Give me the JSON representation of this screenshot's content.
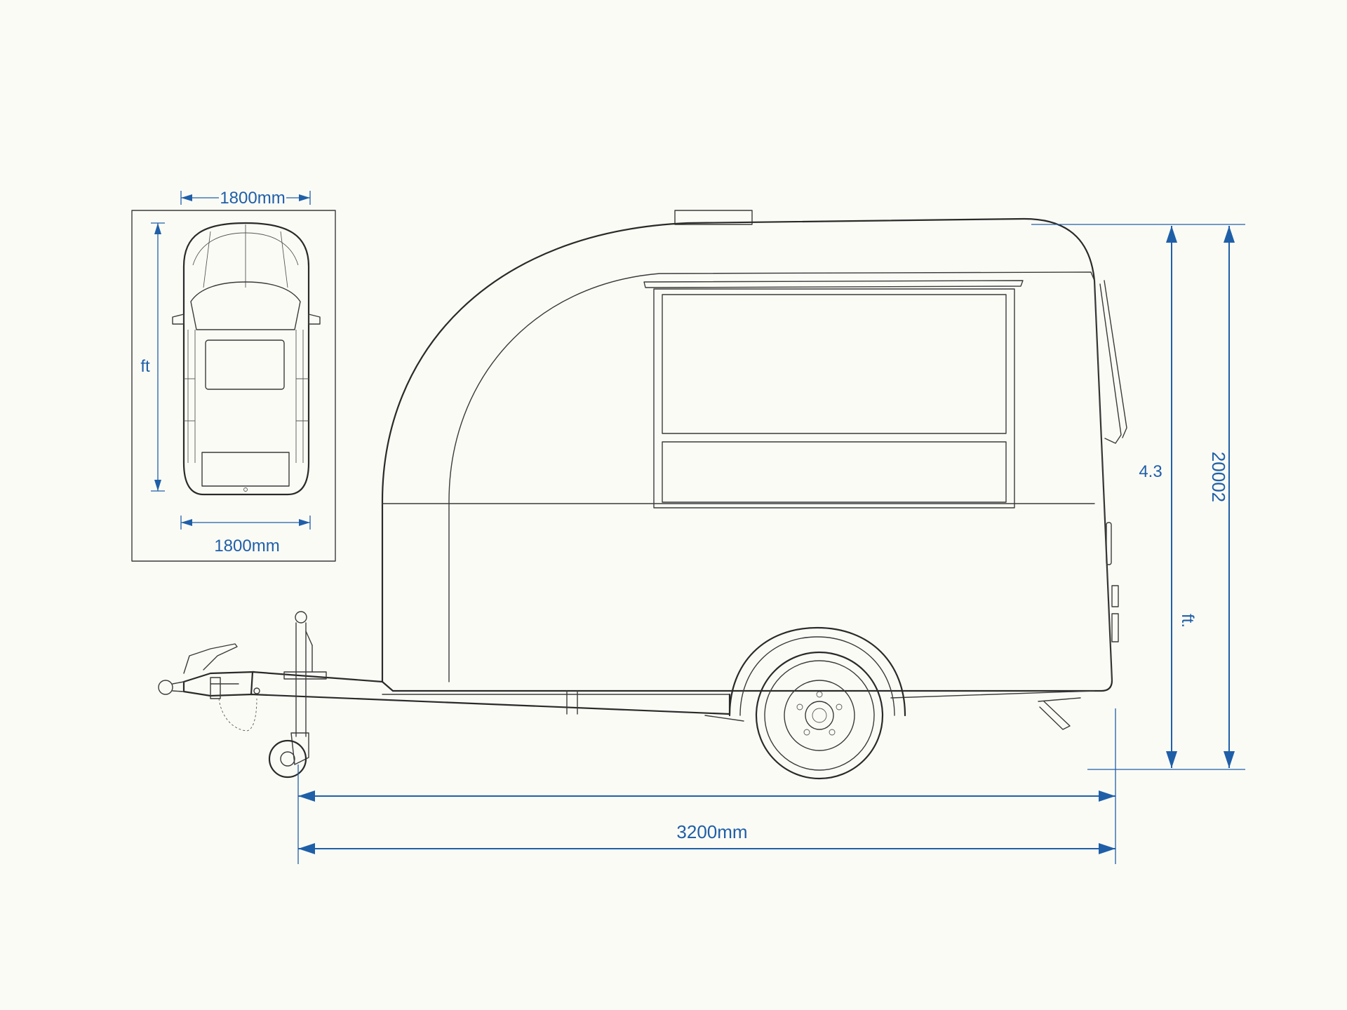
{
  "diagram": {
    "top_view": {
      "top_width_label": "1800mm",
      "bottom_width_label": "1800mm",
      "length_unit_label": "ft"
    },
    "side_view": {
      "overall_length_label": "3200mm",
      "height_label_a": "4.3",
      "height_label_b": "20002",
      "height_unit_label": "ft."
    },
    "colors": {
      "dimension": "#1f5fa8",
      "linework": "#2a2a2a",
      "background": "#fbfbf6"
    }
  }
}
